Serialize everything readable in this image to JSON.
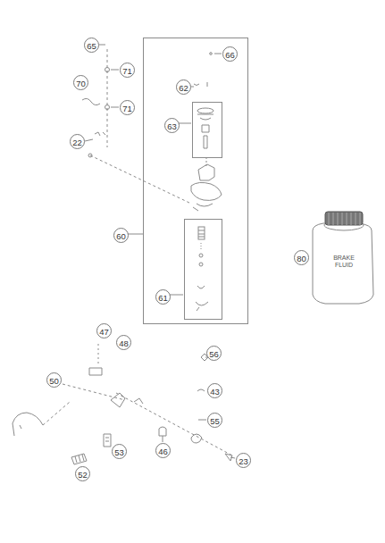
{
  "diagram": {
    "nodes": [
      {
        "text": [
          "60"
        ]
      },
      {
        "text": [
          "63"
        ],
        "in": 0
      },
      {
        "text": [
          "61"
        ],
        "in": 0
      }
    ],
    "labels": [
      "65",
      "71",
      "70",
      "71",
      "22",
      "66",
      "62",
      "80",
      "BRAKE FLUID",
      "47",
      "48",
      "50",
      "56",
      "43",
      "55",
      "46",
      "53",
      "52",
      "23"
    ]
  }
}
